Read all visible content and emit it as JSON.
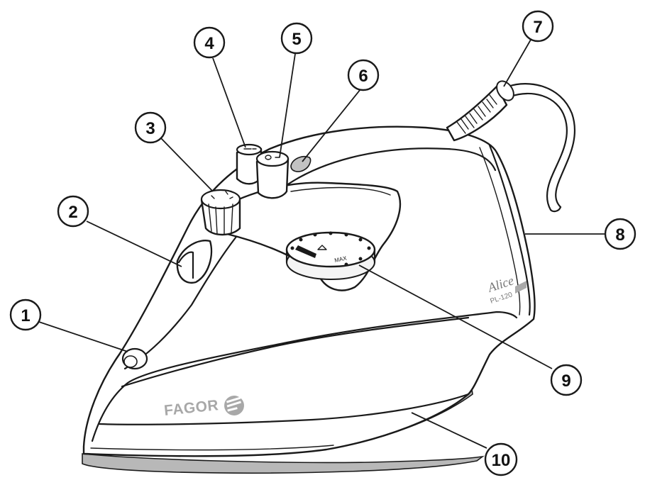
{
  "brand": {
    "name": "FAGOR",
    "logo_icon": "fagor-logo-icon"
  },
  "model": {
    "name": "Alice",
    "code": "PL-120"
  },
  "dial_label": "MAX",
  "callouts": [
    {
      "id": "1",
      "label": "1"
    },
    {
      "id": "2",
      "label": "2"
    },
    {
      "id": "3",
      "label": "3"
    },
    {
      "id": "4",
      "label": "4"
    },
    {
      "id": "5",
      "label": "5"
    },
    {
      "id": "6",
      "label": "6"
    },
    {
      "id": "7",
      "label": "7"
    },
    {
      "id": "8",
      "label": "8"
    },
    {
      "id": "9",
      "label": "9"
    },
    {
      "id": "10",
      "label": "10"
    }
  ],
  "colors": {
    "line": "#1a1a1a",
    "soleplate": "#b8b8b8",
    "brand_text": "#a8a8a8"
  }
}
